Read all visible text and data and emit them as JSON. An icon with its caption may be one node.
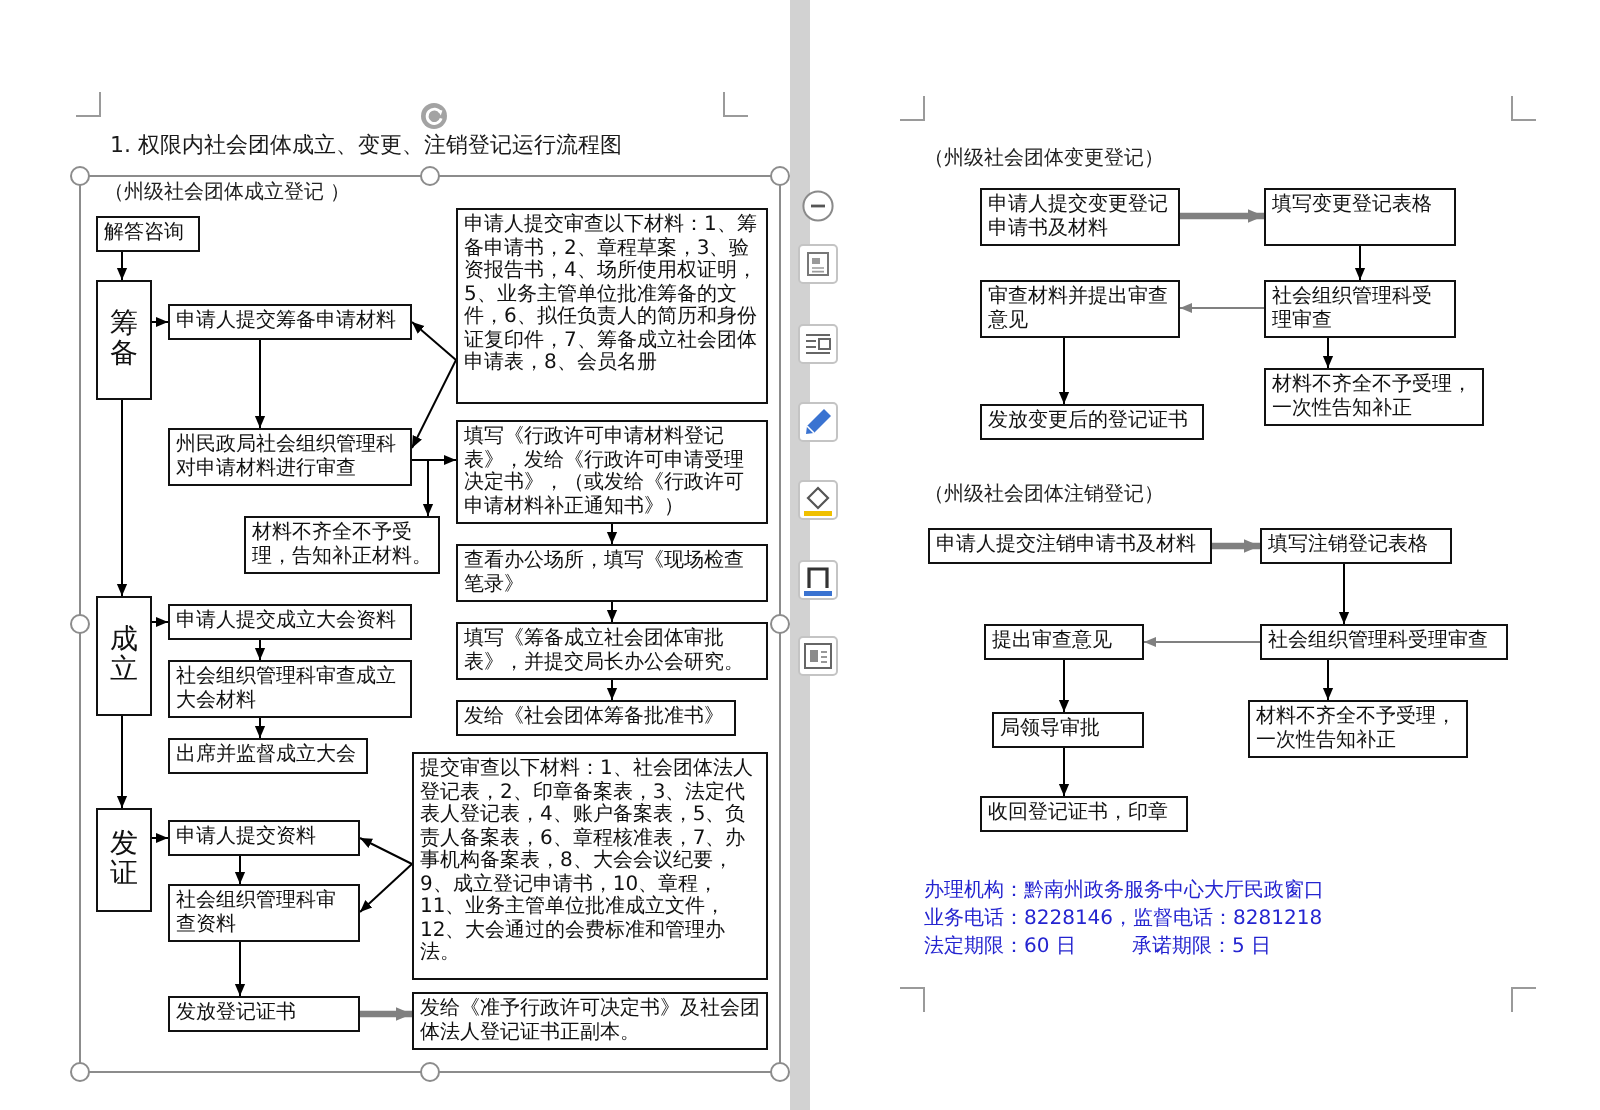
{
  "diagram": {
    "title": "1. 权限内社会团体成立、变更、注销登记运行流程图",
    "nodes": [
      {
        "text": [
          "解答咨询"
        ]
      },
      {
        "text": [
          "筹备"
        ]
      },
      {
        "text": [
          "申请人提交筹备申请材料"
        ]
      },
      {
        "text": [
          "州民政局社会组织管理科对申请材料进行审查"
        ]
      },
      {
        "text": [
          "申请人提交审查以下材料：1、筹备申请书，2、章程草案，3、验资报告书，4、场所使用权证明，5、业务主管单位批准筹备的文件，6、拟任负责人的简历和身份证复印件，7、筹备成立社会团体申请表，8、会员名册"
        ]
      },
      {
        "text": [
          "材料不齐全不予受理，告知补正材料。"
        ]
      },
      {
        "text": [
          "填写《行政许可申请材料登记表》，发给《行政许可申请受理决定书》，（或发给《行政许可申请材料补正通知书》）"
        ]
      },
      {
        "text": [
          "查看办公场所，填写《现场检查笔录》"
        ]
      },
      {
        "text": [
          "填写《筹备成立社会团体审批表》，并提交局长办公会研究。"
        ]
      },
      {
        "text": [
          "发给《社会团体筹备批准书》"
        ]
      },
      {
        "text": [
          "成立"
        ]
      },
      {
        "text": [
          "申请人提交成立大会资料"
        ]
      },
      {
        "text": [
          "社会组织管理科审查成立大会材料"
        ]
      },
      {
        "text": [
          "出席并监督成立大会"
        ]
      },
      {
        "text": [
          "发证"
        ]
      },
      {
        "text": [
          "申请人提交资料"
        ]
      },
      {
        "text": [
          "社会组织管理科审查资料"
        ]
      },
      {
        "text": [
          "发放登记证书"
        ]
      },
      {
        "text": [
          "提交审查以下材料：1、社会团体法人登记表，2、印章备案表，3、法定代表人登记表，4、账户备案表，5、负责人备案表，6、章程核准表，7、办事机构备案表，8、大会会议纪要，9、成立登记申请书，10、章程，11、业务主管单位批准成立文件，12、大会通过的会费标准和管理办法。"
        ]
      },
      {
        "text": [
          "发给《准予行政许可决定书》及社会团体法人登记证书正副本。"
        ]
      },
      {
        "text": [
          "申请人提交变更登记申请书及材料"
        ]
      },
      {
        "text": [
          "填写变更登记表格"
        ]
      },
      {
        "text": [
          "审查材料并提出审查意见"
        ]
      },
      {
        "text": [
          "社会组织管理科受理审查"
        ]
      },
      {
        "text": [
          "材料不齐全不予受理，一次性告知补正"
        ]
      },
      {
        "text": [
          "发放变更后的登记证书"
        ]
      },
      {
        "text": [
          "申请人提交注销申请书及材料"
        ]
      },
      {
        "text": [
          "填写注销登记表格"
        ]
      },
      {
        "text": [
          "提出审查意见"
        ]
      },
      {
        "text": [
          "社会组织管理科受理审查"
        ]
      },
      {
        "text": [
          "材料不齐全不予受理，一次性告知补正"
        ]
      },
      {
        "text": [
          "局领导审批"
        ]
      },
      {
        "text": [
          "收回登记证书，印章"
        ]
      }
    ],
    "edges": [
      {
        "from": 0,
        "to": 1,
        "arrow": "to"
      },
      {
        "from": 1,
        "to": 2,
        "arrow": "to"
      },
      {
        "from": 2,
        "to": 3,
        "arrow": "to"
      },
      {
        "from": 4,
        "to": 2,
        "arrow": "to"
      },
      {
        "from": 4,
        "to": 3,
        "arrow": "to"
      },
      {
        "from": 3,
        "to": 6,
        "arrow": "to"
      },
      {
        "from": 3,
        "to": 5,
        "arrow": "to"
      },
      {
        "from": 6,
        "to": 7,
        "arrow": "to"
      },
      {
        "from": 7,
        "to": 8,
        "arrow": "to"
      },
      {
        "from": 8,
        "to": 9,
        "arrow": "to"
      },
      {
        "from": 1,
        "to": 10,
        "arrow": "to"
      },
      {
        "from": 10,
        "to": 11,
        "arrow": "to"
      },
      {
        "from": 11,
        "to": 12,
        "arrow": "to"
      },
      {
        "from": 12,
        "to": 13,
        "arrow": "to"
      },
      {
        "from": 10,
        "to": 14,
        "arrow": "to"
      },
      {
        "from": 14,
        "to": 15,
        "arrow": "to"
      },
      {
        "from": 15,
        "to": 16,
        "arrow": "to"
      },
      {
        "from": 16,
        "to": 17,
        "arrow": "to"
      },
      {
        "from": 18,
        "to": 15,
        "arrow": "to"
      },
      {
        "from": 18,
        "to": 16,
        "arrow": "to"
      },
      {
        "from": 17,
        "to": 19,
        "arrow": "to",
        "style": "thick",
        "color": "#808080"
      },
      {
        "from": 20,
        "to": 21,
        "arrow": "to",
        "style": "thick",
        "color": "#808080"
      },
      {
        "from": 21,
        "to": 23,
        "arrow": "to"
      },
      {
        "from": 23,
        "to": 22,
        "arrow": "to",
        "color": "#808080"
      },
      {
        "from": 23,
        "to": 24,
        "arrow": "to"
      },
      {
        "from": 22,
        "to": 25,
        "arrow": "to"
      },
      {
        "from": 26,
        "to": 27,
        "arrow": "to",
        "style": "thick",
        "color": "#808080"
      },
      {
        "from": 27,
        "to": 29,
        "arrow": "to"
      },
      {
        "from": 29,
        "to": 28,
        "arrow": "to",
        "color": "#808080"
      },
      {
        "from": 29,
        "to": 30,
        "arrow": "to"
      },
      {
        "from": 28,
        "to": 31,
        "arrow": "to"
      },
      {
        "from": 31,
        "to": 32,
        "arrow": "to"
      }
    ],
    "labels": [
      "（州级社会团体成立登记 ）",
      "（州级社会团体变更登记）",
      "（州级社会团体注销登记）",
      "办理机构：黔南州政务服务中心大厅民政窗口",
      "业务电话：8228146，监督电话：8281218",
      "法定期限：60 日",
      "承诺期限：5 日"
    ]
  }
}
